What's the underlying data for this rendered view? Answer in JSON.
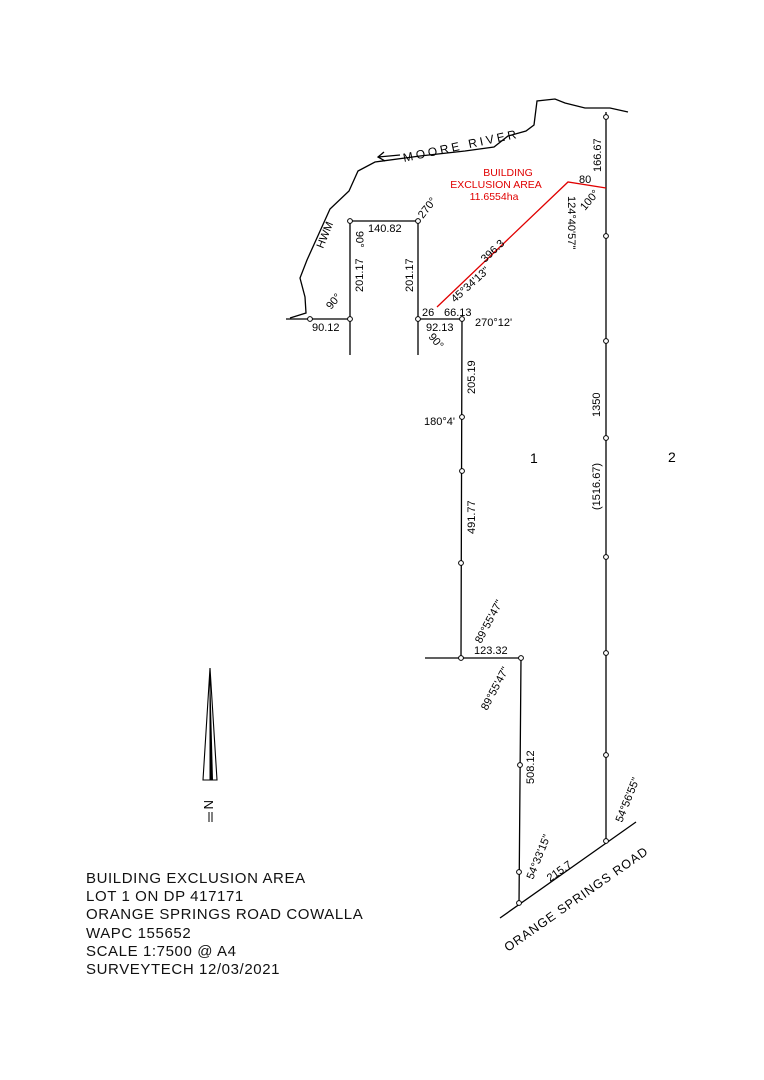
{
  "features": {
    "river_name": "MOORE RIVER",
    "hwm_label": "HWM",
    "road_name": "ORANGE SPRINGS ROAD"
  },
  "exclusion_area": {
    "line1": "BUILDING",
    "line2": "EXCLUSION AREA",
    "area": "11.6554ha",
    "color": "#e00000"
  },
  "lots": {
    "lot1": "1",
    "lot2": "2"
  },
  "dimensions": {
    "d_90_12": "90.12",
    "d_201_17_left": "201.17",
    "d_140_82": "140.82",
    "d_201_17_right": "201.17",
    "d_92_13": "92.13",
    "d_26": "26",
    "d_66_13": "66.13",
    "d_396_3": "396.3",
    "d_80": "80",
    "d_166_67": "166.67",
    "d_205_19": "205.19",
    "d_491_77": "491.77",
    "d_123_32": "123.32",
    "d_508_12": "508.12",
    "d_215_7": "215.7",
    "d_1350": "1350",
    "d_1516_67": "(1516.67)"
  },
  "angles": {
    "a_90_left": "90°",
    "a_90_upper": "90°",
    "a_270_top": "270°",
    "a_90_lower": "90°",
    "a_270_12": "270°12'",
    "a_45_34_13": "45°34'13\"",
    "a_124_40_57": "124°40'57\"",
    "a_100": "100°",
    "a_180_4": "180°4'",
    "a_89_55_47_upper": "89°55'47\"",
    "a_89_55_47_lower": "89°55'47\"",
    "a_54_33_15": "54°33'15\"",
    "a_54_56_55": "54°56'55\""
  },
  "north_arrow": {
    "label": "N"
  },
  "title_block": {
    "line1": "BUILDING EXCLUSION AREA",
    "line2": "LOT 1 ON DP 417171",
    "line3": "ORANGE SPRINGS ROAD COWALLA",
    "line4": "WAPC 155652",
    "line5": "SCALE 1:7500 @ A4",
    "line6": "SURVEYTECH 12/03/2021"
  }
}
